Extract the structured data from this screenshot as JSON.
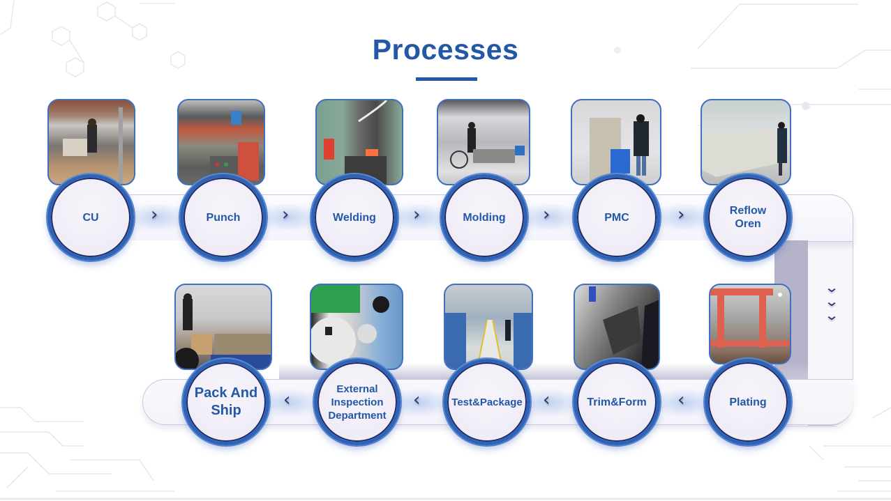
{
  "title": "Processes",
  "colors": {
    "accent": "#2357a8",
    "circle_border": "#2f63b5",
    "arrow": "#2c3570",
    "track_border": "#c9c8dc"
  },
  "steps_top": [
    {
      "label": "CU",
      "photo": "copper-workshop-photo"
    },
    {
      "label": "Punch",
      "photo": "punch-press-photo"
    },
    {
      "label": "Welding",
      "photo": "welding-machine-photo"
    },
    {
      "label": "Molding",
      "photo": "molding-line-photo"
    },
    {
      "label": "PMC",
      "photo": "pmc-oven-photo"
    },
    {
      "label": "Reflow\nOren",
      "photo": "reflow-oven-photo"
    }
  ],
  "steps_bottom": [
    {
      "label": "Plating",
      "photo": "plating-line-photo"
    },
    {
      "label": "Trim&Form",
      "photo": "trim-form-machine-photo"
    },
    {
      "label": "Test&Package",
      "photo": "test-package-line-photo"
    },
    {
      "label": "External\nInspection\nDepartment",
      "photo": "inspection-photo"
    },
    {
      "label": "Pack And\nShip",
      "photo": "packing-photo"
    }
  ],
  "icons": {
    "next_arrow": "chevron-right-icon",
    "prev_arrow": "chevron-left-icon",
    "down_arrow": "chevron-down-icon",
    "glyph_right": "›",
    "glyph_left": "‹",
    "glyph_down": "⌄"
  }
}
